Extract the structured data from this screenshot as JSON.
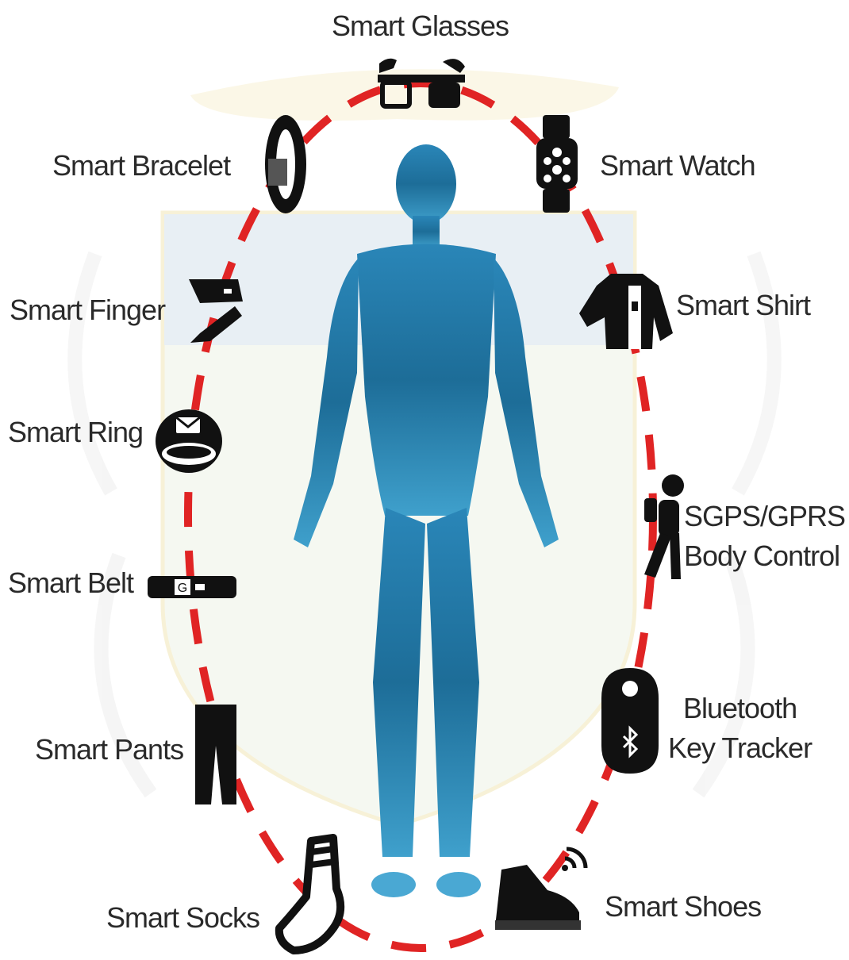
{
  "diagram": {
    "ring_color": "#e02424",
    "icon_color": "#111111",
    "figure_color": "#1f6f9a",
    "devices": [
      {
        "id": "glasses",
        "label": [
          "Smart Glasses"
        ],
        "icon": "smart-glasses-icon"
      },
      {
        "id": "watch",
        "label": [
          "Smart Watch"
        ],
        "icon": "smart-watch-icon"
      },
      {
        "id": "shirt",
        "label": [
          "Smart Shirt"
        ],
        "icon": "smart-shirt-icon"
      },
      {
        "id": "gps",
        "label": [
          "SGPS/GPRS",
          "Body Control"
        ],
        "icon": "walking-person-icon"
      },
      {
        "id": "tracker",
        "label": [
          "Bluetooth",
          "Key Tracker"
        ],
        "icon": "bluetooth-tag-icon"
      },
      {
        "id": "shoes",
        "label": [
          "Smart Shoes"
        ],
        "icon": "smart-shoe-icon"
      },
      {
        "id": "socks",
        "label": [
          "Smart Socks"
        ],
        "icon": "smart-sock-icon"
      },
      {
        "id": "pants",
        "label": [
          "Smart Pants"
        ],
        "icon": "smart-pants-icon"
      },
      {
        "id": "belt",
        "label": [
          "Smart Belt"
        ],
        "icon": "smart-belt-icon"
      },
      {
        "id": "ring",
        "label": [
          "Smart Ring"
        ],
        "icon": "smart-ring-icon"
      },
      {
        "id": "finger",
        "label": [
          "Smart Finger"
        ],
        "icon": "smart-finger-icon"
      },
      {
        "id": "bracelet",
        "label": [
          "Smart Bracelet"
        ],
        "icon": "smart-bracelet-icon"
      }
    ]
  }
}
